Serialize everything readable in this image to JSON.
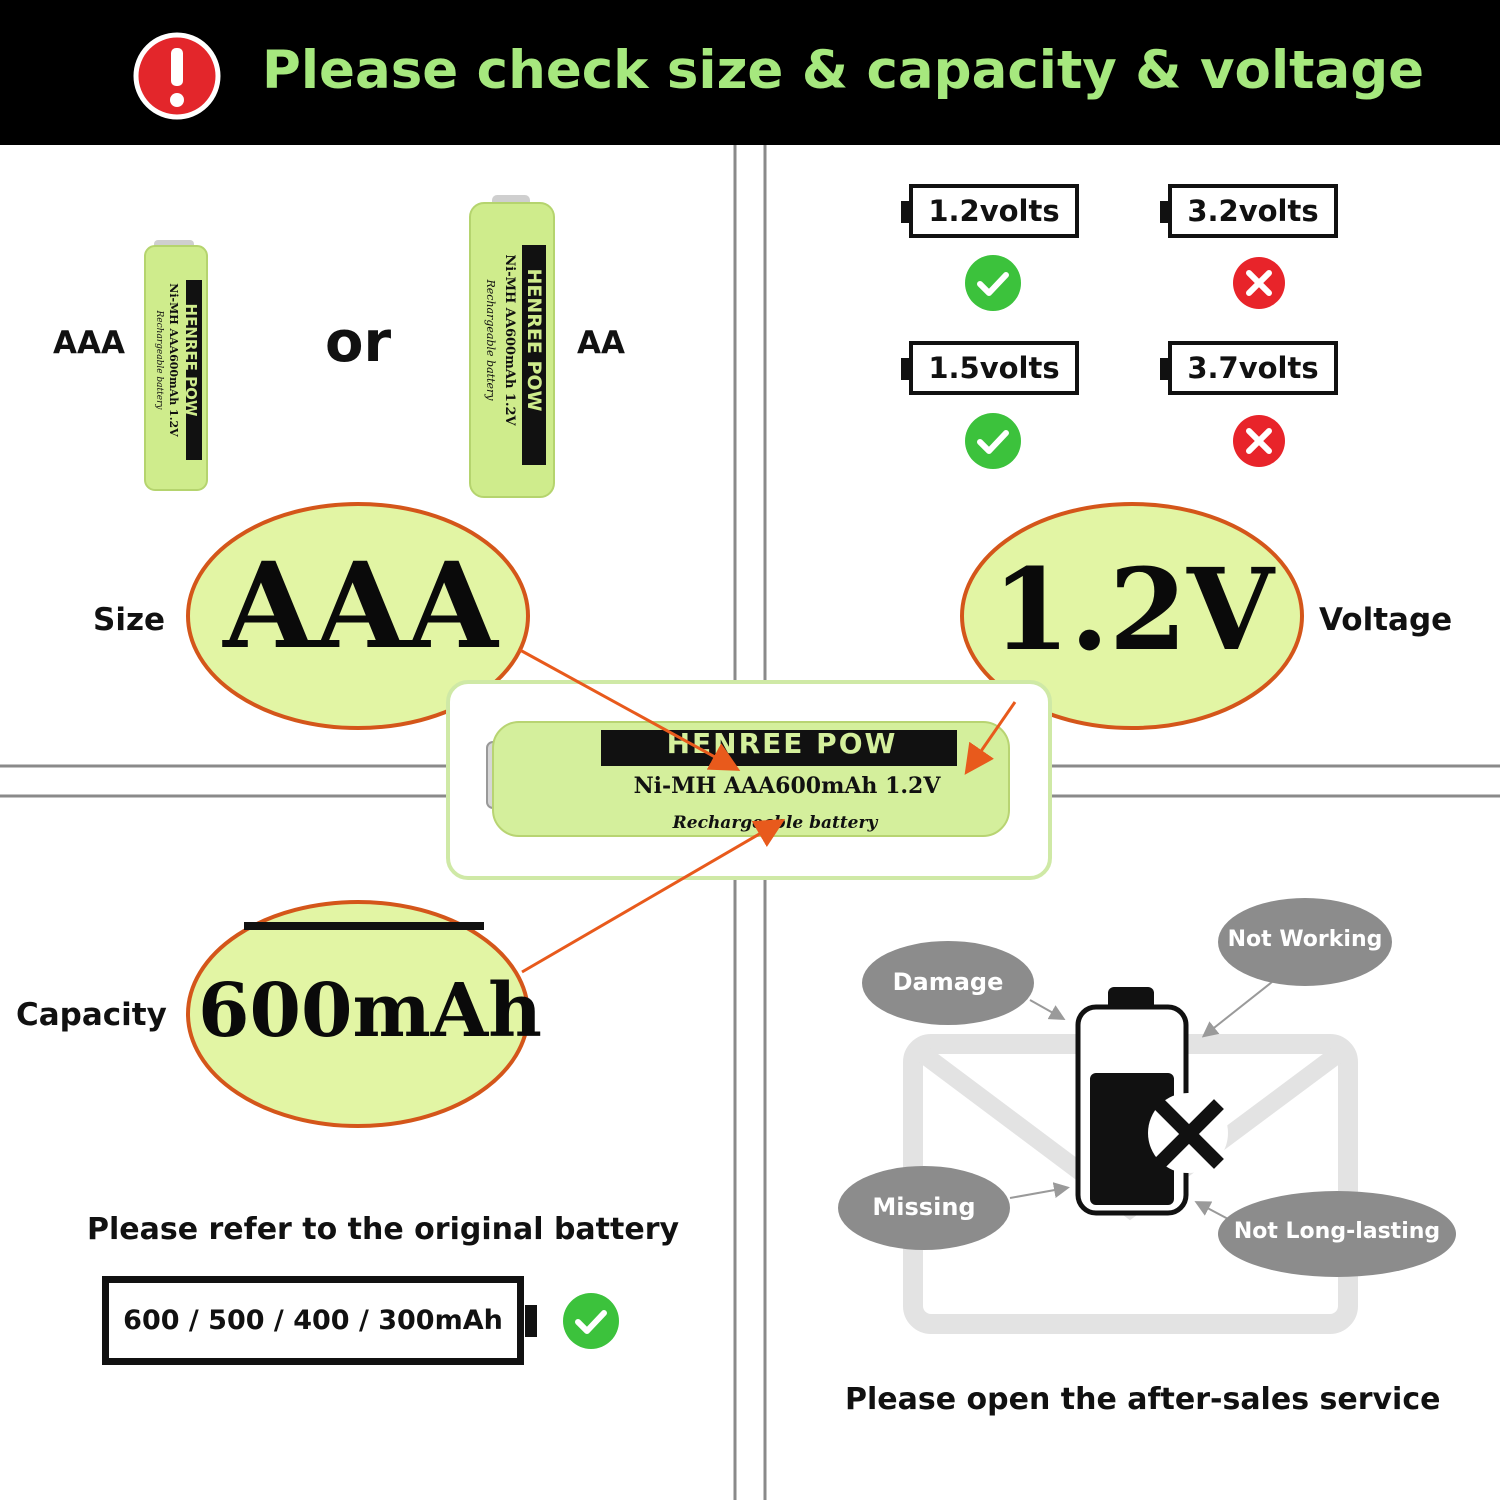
{
  "header": {
    "title": "Please check size & capacity & voltage",
    "alert_icon": "exclamation-icon",
    "title_color": "#a6e87e"
  },
  "size_panel": {
    "aaa_label": "AAA",
    "or_label": "or",
    "aa_label": "AA",
    "size_label": "Size",
    "zoom_text": "AAA"
  },
  "small_battery": {
    "brand": "HENREE POW",
    "spec": "Ni-MH AAA600mAh 1.2V",
    "subtitle": "Rechargeable battery"
  },
  "large_battery": {
    "brand": "HENREE POW",
    "spec": "Ni-MH AA600mAh 1.2V",
    "subtitle": "Rechargeable battery"
  },
  "center_battery": {
    "brand": "HENREE POW",
    "spec": "Ni-MH AAA600mAh 1.2V",
    "subtitle": "Rechargeable battery"
  },
  "voltage_panel": {
    "items": [
      {
        "label": "1.2volts",
        "status": "check-icon"
      },
      {
        "label": "3.2volts",
        "status": "cross-icon"
      },
      {
        "label": "1.5volts",
        "status": "check-icon"
      },
      {
        "label": "3.7volts",
        "status": "cross-icon"
      }
    ],
    "voltage_label": "Voltage",
    "zoom_text": "1.2V",
    "ok_color": "#3cc23c",
    "bad_color": "#e8242a"
  },
  "capacity_panel": {
    "capacity_label": "Capacity",
    "zoom_text": "600mAh",
    "refer_text": "Please refer to the original battery",
    "capacity_values": "600 / 500 / 400 / 300mAh",
    "status": "check-icon"
  },
  "aftersales_panel": {
    "bubbles": [
      "Damage",
      "Not Working",
      "Missing",
      "Not Long-lasting"
    ],
    "footer_text": "Please open the after-sales service"
  },
  "colors": {
    "battery_green": "#d4ef9c",
    "zoom_fill": "#e2f5a4",
    "zoom_border": "#d4561a",
    "arrow": "#e85a1c",
    "bubble_gray": "#8c8c8c"
  }
}
